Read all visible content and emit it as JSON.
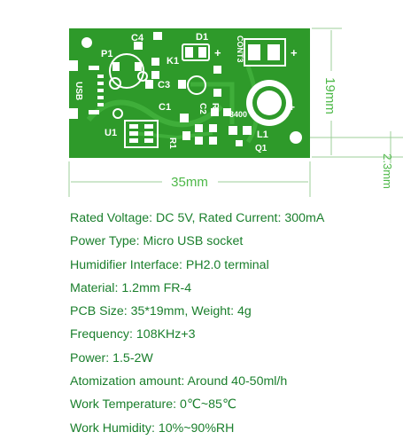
{
  "board": {
    "labels": {
      "c4": "C4",
      "d1": "D1",
      "p1": "P1",
      "k1": "K1",
      "cont3": "CONT3",
      "usb": "USB",
      "c3": "C3",
      "c1": "C1",
      "c2": "C2",
      "r2": "R2",
      "r1": "R1",
      "u1": "U1",
      "l1": "L1",
      "q1": "Q1",
      "part_3400": "3400",
      "plus_d1": "+",
      "plus_cont": "+",
      "plus_c": "+"
    }
  },
  "dimensions": {
    "width": "35mm",
    "height": "19mm",
    "hole_offset": "2.3mm"
  },
  "specs": [
    "Rated Voltage: DC 5V, Rated Current: 300mA",
    "Power Type: Micro USB socket",
    "Humidifier Interface: PH2.0 terminal",
    "Material: 1.2mm FR-4",
    "PCB Size: 35*19mm, Weight: 4g",
    "Frequency: 108KHz+3",
    "Power: 1.5-2W",
    "Atomization amount: Around 40-50ml/h",
    "Work Temperature: 0℃~85℃",
    "Work Humidity: 10%~90%RH"
  ],
  "colors": {
    "pcb_green": "#2e9a2a",
    "dimension_green": "#4db848",
    "text_green": "#1a7f2c"
  }
}
